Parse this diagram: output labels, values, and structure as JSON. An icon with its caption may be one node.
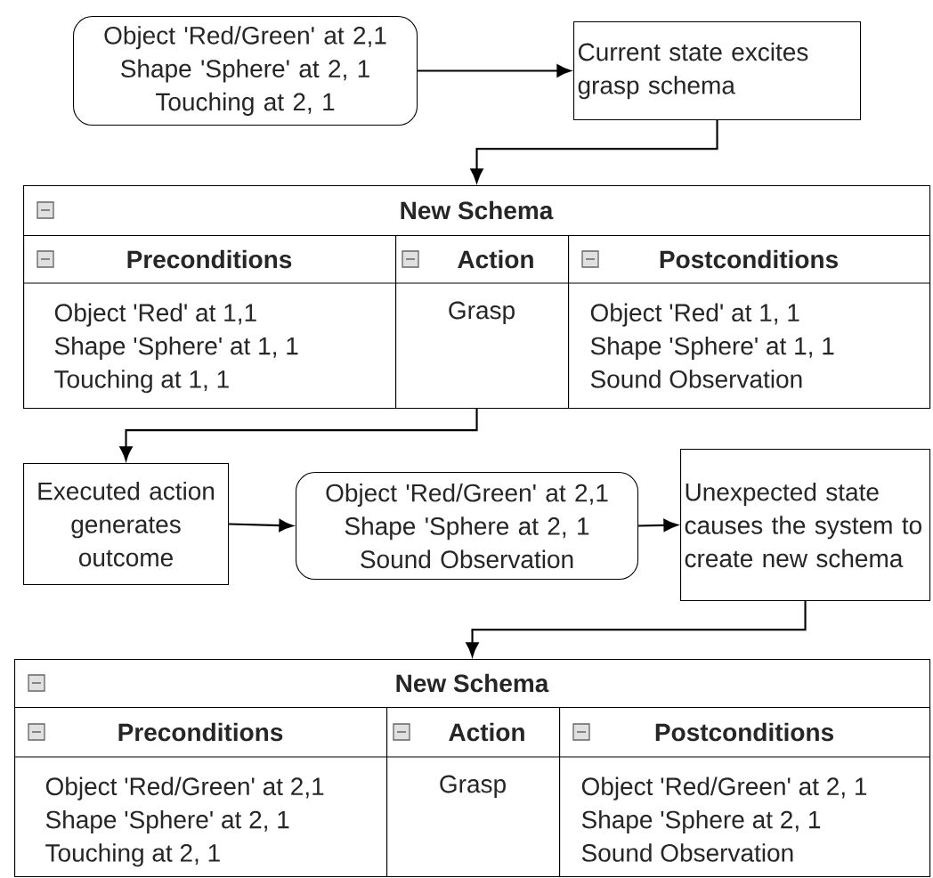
{
  "diagram": {
    "nodes": [
      {
        "text": [
          "Object 'Red/Green' at 2,1",
          "Shape 'Sphere' at 2, 1",
          "Touching at 2, 1"
        ]
      },
      {
        "text": [
          "Current state excites grasp schema"
        ]
      },
      {
        "text": [
          "New Schema"
        ]
      },
      {
        "text": [
          "Preconditions",
          "Object 'Red' at 1,1",
          "Shape 'Sphere' at 1, 1",
          "Touching at 1, 1"
        ],
        "in": 2
      },
      {
        "text": [
          "Action",
          "Grasp"
        ],
        "in": 2
      },
      {
        "text": [
          "Postconditions",
          "Object 'Red' at 1, 1",
          "Shape 'Sphere' at 1, 1",
          "Sound Observation"
        ],
        "in": 2
      },
      {
        "text": [
          "Executed action generates outcome"
        ]
      },
      {
        "text": [
          "Object 'Red/Green' at 2,1",
          "Shape 'Sphere at 2, 1",
          "Sound Observation"
        ]
      },
      {
        "text": [
          "Unexpected state causes the system to create new schema"
        ]
      },
      {
        "text": [
          "New Schema"
        ]
      },
      {
        "text": [
          "Preconditions",
          "Object 'Red/Green' at 2,1",
          "Shape 'Sphere' at 2, 1",
          "Touching at 2, 1"
        ],
        "in": 9
      },
      {
        "text": [
          "Action",
          "Grasp"
        ],
        "in": 9
      },
      {
        "text": [
          "Postconditions",
          "Object 'Red/Green' at 2, 1",
          "Shape 'Sphere at 2, 1",
          "Sound Observation"
        ],
        "in": 9
      }
    ],
    "edges": [
      {
        "from": 0,
        "to": 1,
        "arrow": "to"
      },
      {
        "from": 1,
        "to": 2,
        "arrow": "to"
      },
      {
        "from": 2,
        "to": 6,
        "arrow": "to"
      },
      {
        "from": 6,
        "to": 7,
        "arrow": "to"
      },
      {
        "from": 7,
        "to": 8,
        "arrow": "to"
      },
      {
        "from": 8,
        "to": 9,
        "arrow": "to"
      }
    ]
  }
}
